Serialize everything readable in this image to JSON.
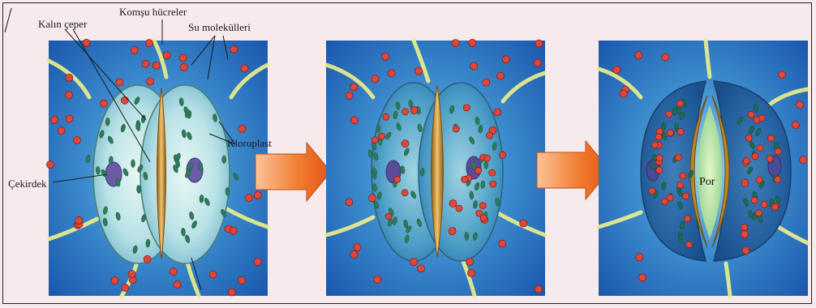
{
  "labels": {
    "neighbor_cells": "Komşu hücreler",
    "thick_wall": "Kalın çeper",
    "water_molecules": "Su molekülleri",
    "chloroplast": "Kloroplast",
    "nucleus": "Çekirdek",
    "pore": "Por"
  },
  "colors": {
    "background": "#f7eaec",
    "cell_blue": "#1e63b4",
    "cell_light": "#8fd0e8",
    "vein_yellow": "#f2ef8a",
    "chloroplast_green": "#2f7a5a",
    "nucleus_purple": "#6a5aa8",
    "water_red": "#e0473a",
    "arrow_orange": "#f07a2a",
    "wall_brown": "#b8862a",
    "pore_green": "#bfe6a0"
  },
  "stages": [
    "closed",
    "opening",
    "open"
  ]
}
